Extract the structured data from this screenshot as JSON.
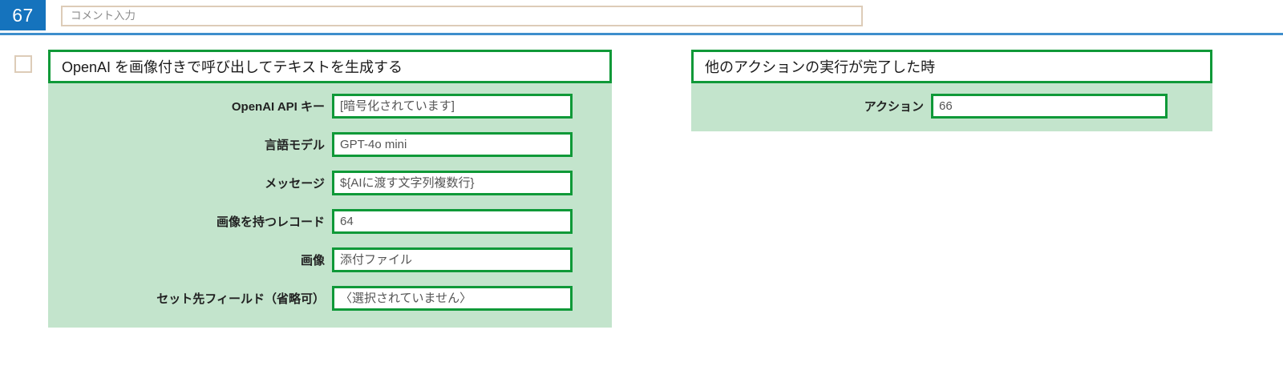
{
  "row": {
    "sequence_number": "67",
    "comment_placeholder": "コメント入力",
    "comment_value": "",
    "checkbox_checked": false
  },
  "colors": {
    "badge_blue": "#1573bd",
    "rule_blue": "#3e8ecc",
    "panel_green": "#c3e4cc",
    "border_green": "#0f9938",
    "input_tan": "#ddccb8"
  },
  "action_card": {
    "title": "OpenAI を画像付きで呼び出してテキストを生成する",
    "fields": [
      {
        "label": "OpenAI API キー",
        "value": "[暗号化されています]"
      },
      {
        "label": "言語モデル",
        "value": "GPT-4o mini"
      },
      {
        "label": "メッセージ",
        "value": "${AIに渡す文字列複数行}"
      },
      {
        "label": "画像を持つレコード",
        "value": "64"
      },
      {
        "label": "画像",
        "value": "添付ファイル"
      },
      {
        "label": "セット先フィールド（省略可）",
        "value": "〈選択されていません〉"
      }
    ]
  },
  "trigger_card": {
    "title": "他のアクションの実行が完了した時",
    "fields": [
      {
        "label": "アクション",
        "value": "66"
      }
    ]
  }
}
